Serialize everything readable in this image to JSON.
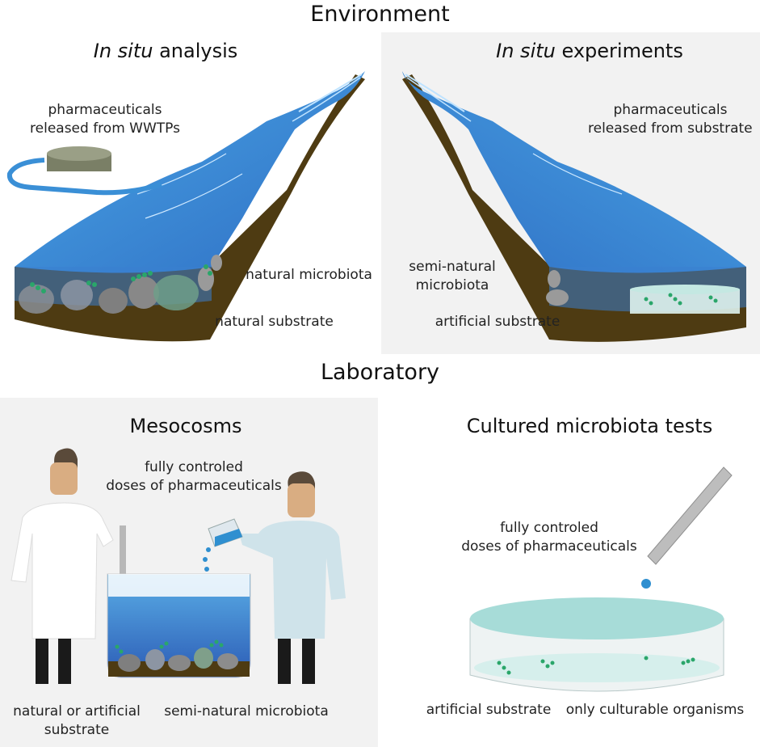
{
  "title_environment": "Environment",
  "title_laboratory": "Laboratory",
  "in_situ_analysis": {
    "title_italic": "In situ",
    "title_rest": " analysis",
    "source_line1": "pharmaceuticals",
    "source_line2": "released from WWTPs",
    "microbiota": "natural microbiota",
    "substrate": "natural substrate"
  },
  "in_situ_experiments": {
    "title_italic": "In situ",
    "title_rest": " experiments",
    "source_line1": "pharmaceuticals",
    "source_line2": "released from substrate",
    "microbiota_line1": "semi-natural",
    "microbiota_line2": "microbiota",
    "substrate": "artificial substrate"
  },
  "mesocosms": {
    "title": "Mesocosms",
    "doses_line1": "fully controled",
    "doses_line2": "doses of pharmaceuticals",
    "substrate_line1": "natural or artificial",
    "substrate_line2": "substrate",
    "microbiota": "semi-natural microbiota"
  },
  "cultured_tests": {
    "title": "Cultured microbiota tests",
    "doses_line1": "fully controled",
    "doses_line2": "doses of pharmaceuticals",
    "substrate": "artificial substrate",
    "organisms": "only culturable organisms"
  },
  "colors": {
    "panel_bg": "#f2f2f2",
    "water": "#3a8fd6",
    "water_dark": "#2c4fa8",
    "sediment": "#4e3b12",
    "pebble": "#8c8c8c",
    "microbe_green": "#2aa66a",
    "coat_white": "#ffffff",
    "coat_blue": "#cfe3ea",
    "skin": "#d9ad82",
    "hair": "#5a4a3a",
    "dish": "#a7dcd8"
  }
}
